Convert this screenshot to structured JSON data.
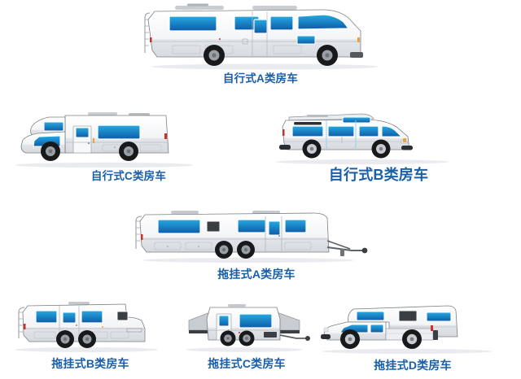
{
  "page": {
    "background_color": "#ffffff",
    "label_color": "#1a5fa8",
    "window_gradient_top": "#27a9e0",
    "window_gradient_bottom": "#0d5ca8",
    "body_color": "#f2f3f5",
    "body_shadow": "#d9dce0",
    "outline_color": "#6f7478",
    "tire_color": "#1a1a1a",
    "hub_color": "#9aa0a6",
    "accent_red": "#c8322a"
  },
  "vehicles": [
    {
      "id": "self-propelled-class-a",
      "label": "自行式A类房车",
      "label_size": "sm",
      "category": "self-propelled",
      "class": "A",
      "description": "large bus-style motorhome with roof AC, rear ladder, full-height windshield"
    },
    {
      "id": "self-propelled-class-c",
      "label": "自行式C类房车",
      "label_size": "sm",
      "category": "self-propelled",
      "class": "C",
      "description": "cab-chassis motorhome with over-cab bunk and entry door"
    },
    {
      "id": "self-propelled-class-b",
      "label": "自行式B类房车",
      "label_size": "lg",
      "category": "self-propelled",
      "class": "B",
      "description": "camper van conversion with raised roof and side windows"
    },
    {
      "id": "towable-class-a",
      "label": "拖挂式A类房车",
      "label_size": "md",
      "category": "towable",
      "class": "A",
      "description": "long travel trailer with tandem axles and A-frame tongue hitch"
    },
    {
      "id": "towable-class-b",
      "label": "拖挂式B类房车",
      "label_size": "md",
      "category": "towable",
      "class": "B",
      "description": "fifth-wheel trailer with raised gooseneck nose over tandem axles"
    },
    {
      "id": "towable-class-c",
      "label": "拖挂式C类房车",
      "label_size": "md",
      "category": "towable",
      "class": "C",
      "description": "expandable hybrid trailer with fold-out tent bunk ends"
    },
    {
      "id": "towable-class-d",
      "label": "拖挂式D类房车",
      "label_size": "md",
      "category": "towable",
      "class": "D",
      "description": "slide-in truck camper mounted on a pickup truck bed"
    }
  ]
}
